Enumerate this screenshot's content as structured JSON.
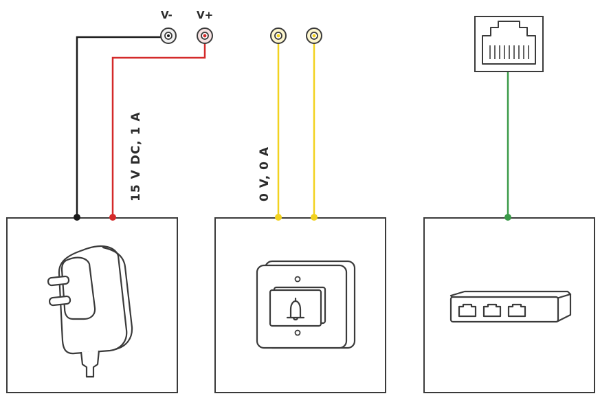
{
  "terminals": {
    "v_minus": "V-",
    "v_plus": "V+"
  },
  "ratings": {
    "power": "15 V DC, 1 A",
    "doorbell": "0 V, 0 A"
  },
  "colors": {
    "black_wire": "#1a1a1a",
    "red_wire": "#d42a2a",
    "yellow_wire": "#f2d21f",
    "green_wire": "#3a9a48",
    "outline": "#3a3a3a"
  },
  "devices": {
    "power": "power-adapter-icon",
    "doorbell": "doorbell-button-icon",
    "network": "network-switch-icon",
    "port": "ethernet-port-icon"
  }
}
